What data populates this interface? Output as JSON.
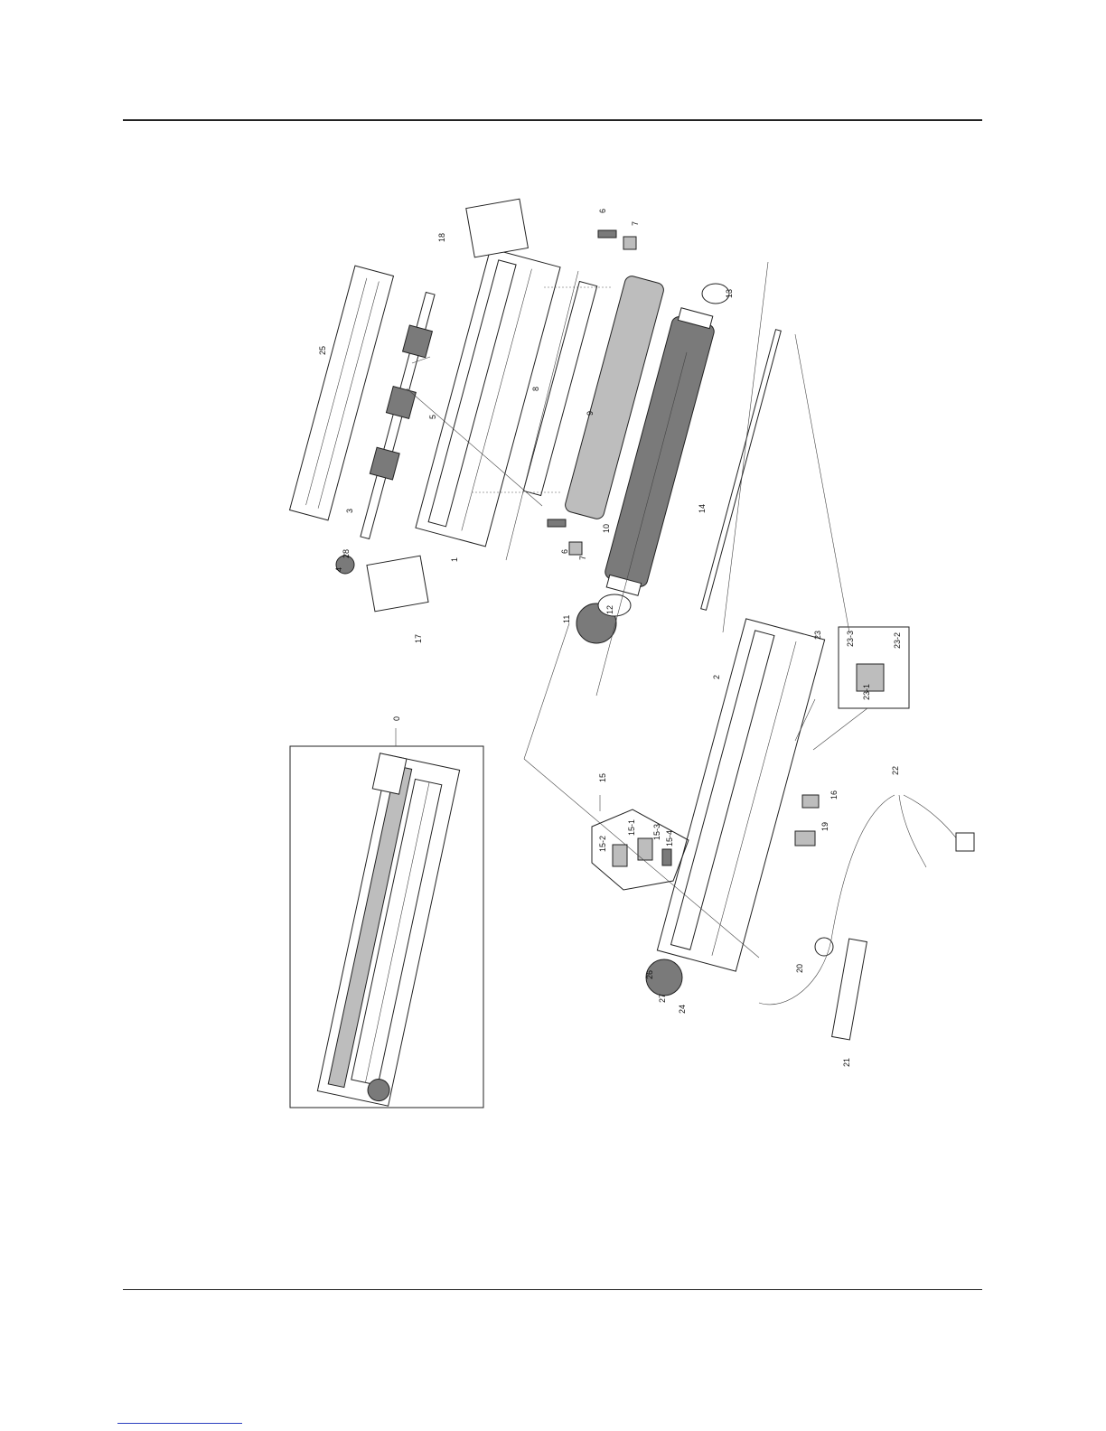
{
  "callouts": {
    "c0": "0",
    "c1": "1",
    "c2": "2",
    "c3": "3",
    "c4": "4",
    "c5": "5",
    "c6a": "6",
    "c6b": "6",
    "c7a": "7",
    "c7b": "7",
    "c8": "8",
    "c9": "9",
    "c10": "10",
    "c11": "11",
    "c12": "12",
    "c13": "13",
    "c14": "14",
    "c15": "15",
    "c15_1": "15-1",
    "c15_2": "15-2",
    "c15_3": "15-3",
    "c15_4": "15-4",
    "c16": "16",
    "c17": "17",
    "c18": "18",
    "c19": "19",
    "c20": "20",
    "c21": "21",
    "c22": "22",
    "c23": "23",
    "c23_1": "23-1",
    "c23_2": "23-2",
    "c23_3": "23-3",
    "c24": "24",
    "c25": "25",
    "c26": "26",
    "c27": "27",
    "c28": "28"
  },
  "colors": {
    "line": "#222222",
    "link": "#2a3fbf"
  }
}
